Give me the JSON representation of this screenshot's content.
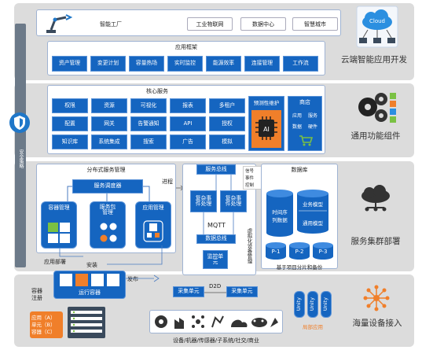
{
  "colors": {
    "band": "#dcdcdc",
    "blue": "#1565c0",
    "orange": "#f07f2a",
    "green": "#7ac143"
  },
  "top": {
    "items": [
      "智能工厂",
      "工业物联网",
      "数据中心",
      "智慧城市"
    ]
  },
  "app_framework": {
    "title": "应用框架",
    "items": [
      "资产管理",
      "变更计划",
      "容量热场",
      "实时监控",
      "能源效率",
      "连接管理",
      "工作流"
    ]
  },
  "core": {
    "title": "核心服务",
    "row1": [
      "权限",
      "资源",
      "可视化",
      "报表",
      "多租户"
    ],
    "row2": [
      "配置",
      "网关",
      "告警通知",
      "API",
      "授权"
    ],
    "row3": [
      "知识库",
      "系统集成",
      "搜索",
      "广告",
      "模拟"
    ],
    "predictive": "预测性维护",
    "shop": {
      "title": "商店",
      "items": [
        "应用",
        "服务",
        "数据",
        "硬件"
      ]
    }
  },
  "distributed": {
    "title": "分布式服务管理",
    "scheduler": "服务调度器",
    "containers": [
      "容器管理",
      "服务包\n管理",
      "应用管理"
    ]
  },
  "bus": {
    "process": "进程",
    "service_bus": "服务总线",
    "notes": [
      "信号",
      "事件",
      "控制"
    ],
    "complex_a": "复杂事\n件处理",
    "complex_b": "复杂事\n件处理",
    "mqtt": "MQTT",
    "data_bus": "数据总线",
    "monitor": "监控单\n元",
    "vertical": "虚拟化设备管理"
  },
  "database": {
    "title": "数据库",
    "timeseries": "时间序\n列数据",
    "business_model": "业务模型",
    "general_model": "通用模型",
    "partitions": [
      "P-1",
      "P-2",
      "P-3"
    ],
    "caption": "基于项目分片和备份"
  },
  "deploy": {
    "app_deploy": "应用部署",
    "install": "安装",
    "publish": "发布",
    "container_register": "容器\n注册",
    "run_container": "运行容器",
    "security_label": "安全策略",
    "apps": [
      "应用（A）",
      "单元（B）",
      "容器（C）"
    ]
  },
  "bottom": {
    "collector1": "采集单元",
    "collector2": "采集单元",
    "d2d": "D2D",
    "unity": [
      "Unity",
      "Unity",
      "Unity"
    ],
    "unity_caption": "局部应用",
    "caption": "设备/机器/传感器/子系统/社交/商业"
  },
  "side": {
    "cloud_text": "Cloud",
    "cloud": "云端智能应用开发",
    "general": "通用功能组件",
    "cluster": "服务集群部署",
    "massive": "海量设备接入"
  }
}
